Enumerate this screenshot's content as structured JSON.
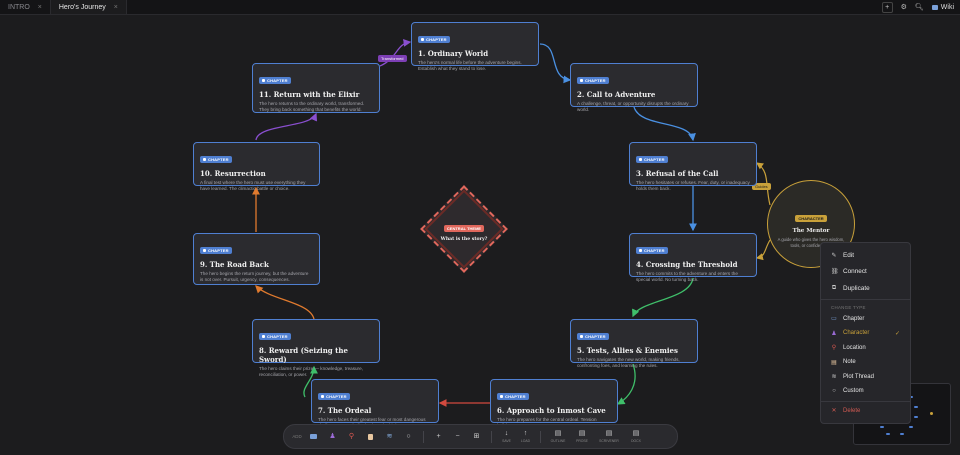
{
  "tabs": [
    {
      "label": "INTRO",
      "active": false
    },
    {
      "label": "Hero's Journey",
      "active": true
    }
  ],
  "tab_close": "×",
  "header": {
    "add_label": "+",
    "wiki_label": "Wiki"
  },
  "nodes": [
    {
      "badge": "CHAPTER",
      "title": "1. Ordinary World",
      "desc": "The hero's normal life before the adventure begins. Establish what they stand to lose."
    },
    {
      "badge": "CHAPTER",
      "title": "2. Call to Adventure",
      "desc": "A challenge, threat, or opportunity disrupts the ordinary world."
    },
    {
      "badge": "CHAPTER",
      "title": "3. Refusal of the Call",
      "desc": "The hero hesitates or refuses. Fear, duty, or inadequacy holds them back."
    },
    {
      "badge": "CHAPTER",
      "title": "4. Crossing the Threshold",
      "desc": "The hero commits to the adventure and enters the special world. No turning back."
    },
    {
      "badge": "CHAPTER",
      "title": "5. Tests, Allies & Enemies",
      "desc": "The hero navigates the new world, making friends, confronting foes, and learning the rules."
    },
    {
      "badge": "CHAPTER",
      "title": "6. Approach to Inmost Cave",
      "desc": "The hero prepares for the central ordeal. Tension builds."
    },
    {
      "badge": "CHAPTER",
      "title": "7. The Ordeal",
      "desc": "The hero faces their greatest fear or most dangerous challenge. A symbolic death and rebirth."
    },
    {
      "badge": "CHAPTER",
      "title": "8. Reward (Seizing the Sword)",
      "desc": "The hero claims their prize — knowledge, treasure, reconciliation, or power."
    },
    {
      "badge": "CHAPTER",
      "title": "9. The Road Back",
      "desc": "The hero begins the return journey, but the adventure is not over. Pursuit, urgency, consequences."
    },
    {
      "badge": "CHAPTER",
      "title": "10. Resurrection",
      "desc": "A final test where the hero must use everything they have learned. The climactic battle or choice."
    },
    {
      "badge": "CHAPTER",
      "title": "11. Return with the Elixir",
      "desc": "The hero returns to the ordinary world, transformed. They bring back something that benefits the world."
    }
  ],
  "theme": {
    "badge": "CENTRAL THEME",
    "text": "What is the story?"
  },
  "mentor": {
    "badge": "CHARACTER",
    "title": "The Mentor",
    "desc": "A guide who gives the hero wisdom, tools, or confidence to"
  },
  "edge_labels": {
    "transformed": "Transformed",
    "guides": "Guides"
  },
  "context_menu": {
    "items": [
      {
        "icon": "✎",
        "label": "Edit"
      },
      {
        "icon": "⛓",
        "label": "Connect"
      },
      {
        "icon": "⧉",
        "label": "Duplicate"
      }
    ],
    "section": "CHANGE TYPE",
    "types": [
      {
        "icon": "▭",
        "label": "Chapter"
      },
      {
        "icon": "♟",
        "label": "Character",
        "selected": true
      },
      {
        "icon": "⚲",
        "label": "Location"
      },
      {
        "icon": "▤",
        "label": "Note"
      },
      {
        "icon": "≋",
        "label": "Plot Thread"
      },
      {
        "icon": "○",
        "label": "Custom"
      }
    ],
    "check": "✓",
    "delete": {
      "icon": "🗑",
      "label": "Delete"
    }
  },
  "toolbar": {
    "add_label": "ADD",
    "tools": [
      {
        "glyph": "+",
        "label": ""
      },
      {
        "glyph": "−",
        "label": ""
      },
      {
        "glyph": "⊞",
        "label": ""
      },
      {
        "glyph": "↓",
        "label": "SAVE"
      },
      {
        "glyph": "↑",
        "label": "LOAD"
      },
      {
        "glyph": "▤",
        "label": "OUTLINE"
      },
      {
        "glyph": "▤",
        "label": "PROSE"
      },
      {
        "glyph": "▤",
        "label": "SCRIVENER"
      },
      {
        "glyph": "▤",
        "label": "DOCX"
      }
    ]
  },
  "colors": {
    "chapter": "#4f7fd1",
    "theme": "#e0675c",
    "character": "#c9a13a",
    "transformed": "#7d3fb5",
    "green": "#3fbf6a",
    "orange": "#e07a2e",
    "red": "#d24a3f"
  }
}
